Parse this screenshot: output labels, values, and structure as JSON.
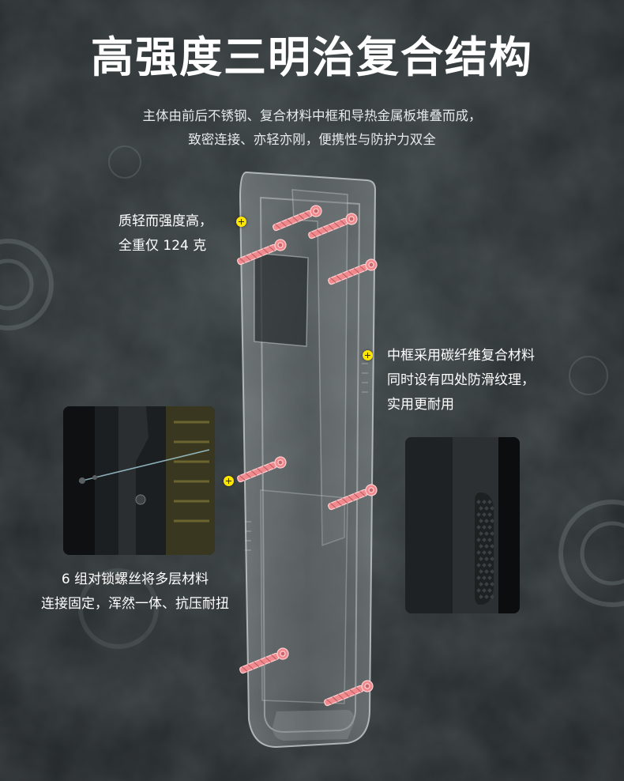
{
  "title": "高强度三明治复合结构",
  "subtitle": {
    "line1": "主体由前后不锈钢、复合材料中框和导热金属板堆叠而成，",
    "line2": "致密连接、亦轻亦刚，便携性与防护力双全"
  },
  "annotations": {
    "weight": {
      "line1": "质轻而强度高，",
      "line2": "全重仅 124 克"
    },
    "frame": {
      "line1": "中框采用碳纤维复合材料",
      "line2": "同时设有四处防滑纹理，",
      "line3": "实用更耐用"
    },
    "screws": {
      "line1": "6 组对锁螺丝将多层材料",
      "line2": "连接固定，浑然一体、抗压耐扭"
    }
  },
  "colors": {
    "accent_dot": "#ffe600",
    "screw": "#f08a8e",
    "text": "#ffffff"
  },
  "icons": {
    "marker": "plus-dot-icon",
    "screw": "screw-icon"
  }
}
